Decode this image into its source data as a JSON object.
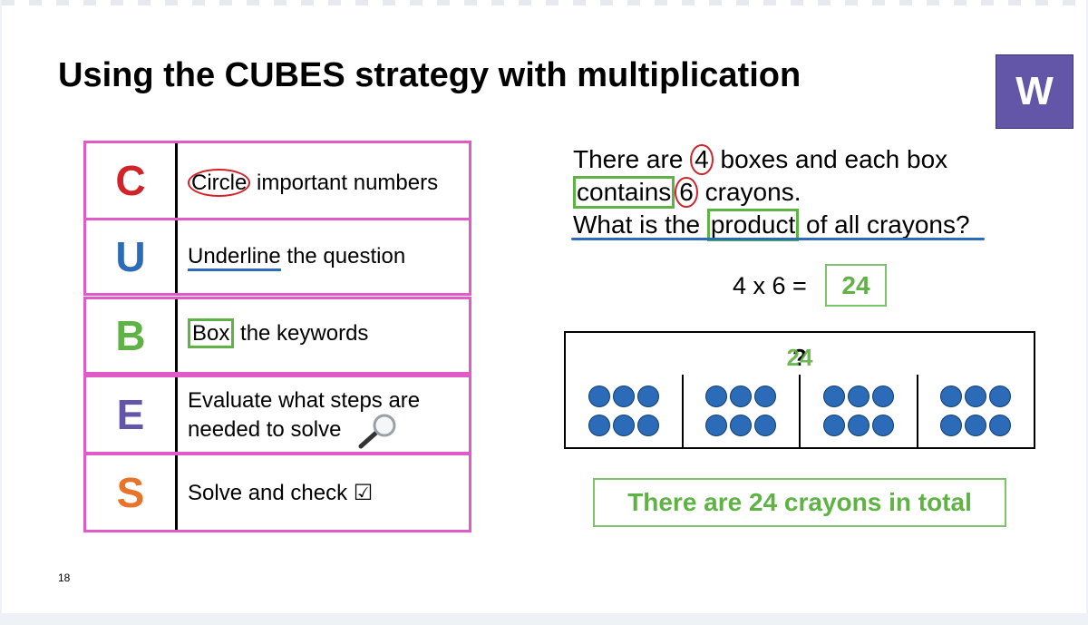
{
  "slide": {
    "title": "Using the CUBES strategy with multiplication",
    "badge": "W",
    "page_number": "18"
  },
  "cubes": {
    "rows": [
      {
        "letter": "C",
        "color": "#d0232a",
        "marked": "Circle",
        "rest": " important numbers"
      },
      {
        "letter": "U",
        "color": "#2b6bb8",
        "marked": "Underline",
        "rest": " the question"
      },
      {
        "letter": "B",
        "color": "#5fb244",
        "marked": "Box",
        "rest": " the keywords"
      },
      {
        "letter": "E",
        "color": "#6356a8",
        "line1": "Evaluate what steps are",
        "line2": "needed to solve"
      },
      {
        "letter": "S",
        "color": "#e8732a",
        "text": "Solve and check ☑"
      }
    ]
  },
  "problem": {
    "l1_a": "There are ",
    "l1_num": "4",
    "l1_b": " boxes and each box",
    "l2_kw": "contains",
    "l2_num": "6",
    "l2_b": " crayons.",
    "l3_a": "What is the ",
    "l3_kw": "product",
    "l3_b": " of all crayons?"
  },
  "equation": {
    "expression": "4 x 6 =",
    "answer": "24"
  },
  "bar_model": {
    "top_label": "?",
    "top_value": "24",
    "groups": 4,
    "items_per_group": 6
  },
  "conclusion": "There are 24 crayons in total",
  "colors": {
    "cubes_border": "#e05bc8",
    "green": "#5fb244",
    "blue": "#2b6bb8",
    "red": "#d0232a",
    "badge": "#6356a8"
  }
}
